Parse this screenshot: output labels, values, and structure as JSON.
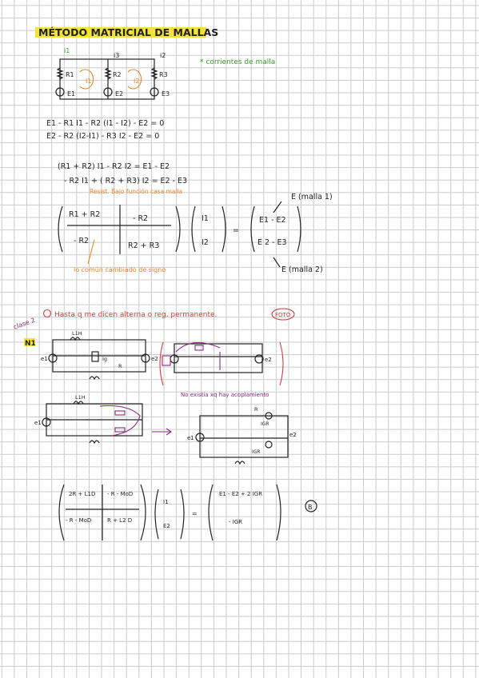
{
  "title": "MÉTODO MATRICIAL DE MALLAS",
  "circuit1": {
    "currents": [
      "i1",
      "i3",
      "i2"
    ],
    "resistors": [
      "R1",
      "R2",
      "R3"
    ],
    "loops": [
      "I1",
      "I2"
    ],
    "sources": [
      "E1",
      "E2",
      "E3"
    ],
    "note": "* corrientes de malla"
  },
  "equations": {
    "eq1": "E1 - R1 I1 - R2 (I1 - I2) - E2 = 0",
    "eq2": "E2 - R2 (I2-I1) - R3 I2 - E2 = 0",
    "eq3": "(R1 + R2) I1 - R2 I2 = E1 - E2",
    "eq4": "- R2 I1 + ( R2 + R3) I2 = E2 - E3"
  },
  "matrix1": {
    "note_top": "Resist. Bajo función casa malla",
    "a11": "R1 + R2",
    "a12": "- R2",
    "a21": "- R2",
    "a22": "R2 + R3",
    "x1": "I1",
    "x2": "I2",
    "b1": "E1 - E2",
    "b2": "E 2 - E3",
    "label_b1": "E (malla 1)",
    "label_b2": "E (malla 2)",
    "note_bottom": "lo común cambiado de signo"
  },
  "section2": {
    "star_note": "Hasta q me dicen alterna o reg. permanente.",
    "foto": "FOTO",
    "side_label": "clase 2",
    "tag": "N1"
  },
  "circuit2": {
    "inductor": "L1H",
    "current_source": "Ig",
    "resistor": "R",
    "sources": [
      "e1",
      "e2"
    ],
    "note": "No existía xq hay acoplamiento",
    "transformed": {
      "resistor": "R",
      "source_labels": [
        "IGR",
        "IGR"
      ]
    }
  },
  "matrix2": {
    "a11": "2R + L1D",
    "a12": "- R - MoD",
    "a21": "- R - MoD",
    "a22": "R + L2 D",
    "x1": "I1",
    "x2": "E2",
    "b1": "E1 - E2 + 2 IGR",
    "b2": "- IGR",
    "mark": "B"
  }
}
